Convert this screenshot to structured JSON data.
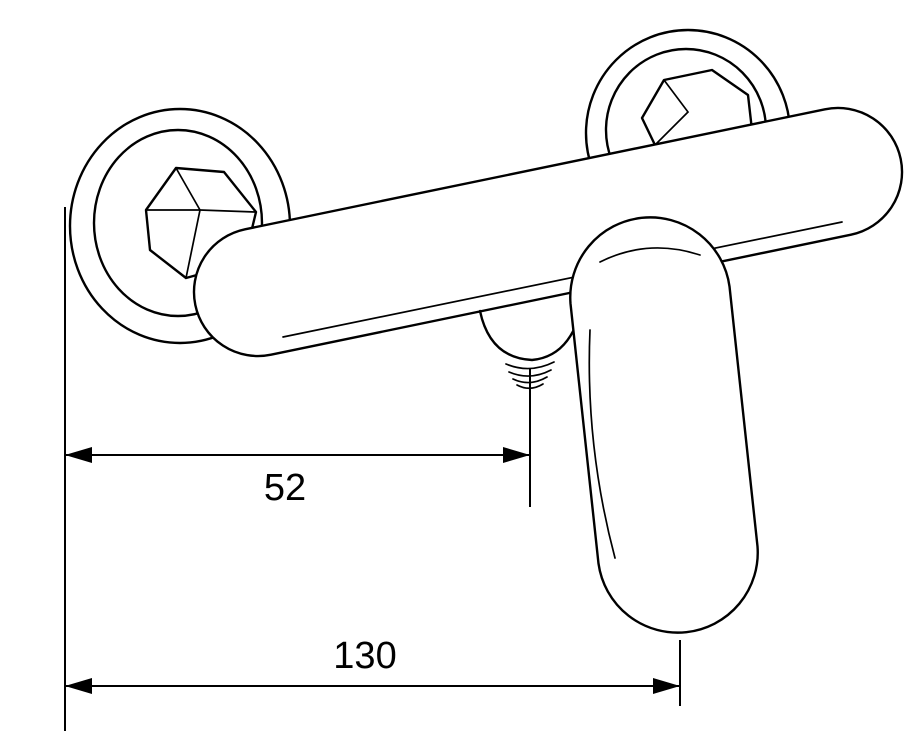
{
  "drawing": {
    "alt": "Wall-mounted single-lever shower mixer tap, perspective line drawing with dimension lines",
    "dimension_52": {
      "label": "52"
    },
    "dimension_130": {
      "label": "130"
    },
    "line_color": "#000000",
    "background_color": "#ffffff"
  }
}
